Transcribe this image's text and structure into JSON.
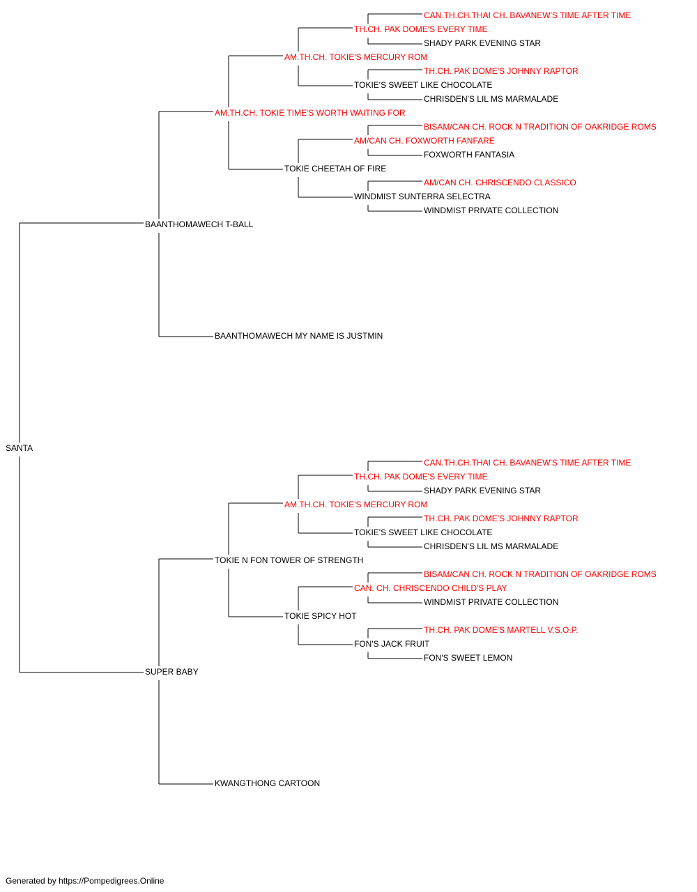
{
  "colors": {
    "champion": "#ff0000",
    "normal": "#000000",
    "connector": "#000000"
  },
  "pedigree": {
    "name": "SANTA",
    "champion": false,
    "sire": {
      "name": "BAANTHOMAWECH T-BALL",
      "champion": false,
      "sire": {
        "name": "AM.TH.CH. TOKIE TIME'S WORTH WAITING FOR",
        "champion": true,
        "sire": {
          "name": "AM.TH.CH. TOKIE'S MERCURY ROM",
          "champion": true,
          "sire": {
            "name": "TH.CH. PAK DOME'S EVERY TIME",
            "champion": true,
            "sire": {
              "name": "CAN.TH.CH.THAI CH. BAVANEW'S TIME AFTER TIME",
              "champion": true
            },
            "dam": {
              "name": "SHADY PARK EVENING STAR",
              "champion": false
            }
          },
          "dam": {
            "name": "TOKIE'S SWEET LIKE CHOCOLATE",
            "champion": false,
            "sire": {
              "name": "TH.CH. PAK DOME'S JOHNNY RAPTOR",
              "champion": true
            },
            "dam": {
              "name": "CHRISDEN'S LIL MS MARMALADE",
              "champion": false
            }
          }
        },
        "dam": {
          "name": "TOKIE CHEETAH OF FIRE",
          "champion": false,
          "sire": {
            "name": "AM/CAN CH. FOXWORTH FANFARE",
            "champion": true,
            "sire": {
              "name": "BISAM/CAN CH. ROCK N TRADITION OF OAKRIDGE ROMS",
              "champion": true
            },
            "dam": {
              "name": "FOXWORTH FANTASIA",
              "champion": false
            }
          },
          "dam": {
            "name": "WINDMIST SUNTERRA SELECTRA",
            "champion": false,
            "sire": {
              "name": "AM/CAN CH. CHRISCENDO CLASSICO",
              "champion": true
            },
            "dam": {
              "name": "WINDMIST PRIVATE COLLECTION",
              "champion": false
            }
          }
        }
      },
      "dam": {
        "name": "BAANTHOMAWECH MY NAME IS JUSTMIN",
        "champion": false
      }
    },
    "dam": {
      "name": "SUPER BABY",
      "champion": false,
      "sire": {
        "name": "TOKIE N FON TOWER OF STRENGTH",
        "champion": false,
        "sire": {
          "name": "AM.TH.CH. TOKIE'S MERCURY ROM",
          "champion": true,
          "sire": {
            "name": "TH.CH. PAK DOME'S EVERY TIME",
            "champion": true,
            "sire": {
              "name": "CAN.TH.CH.THAI CH. BAVANEW'S TIME AFTER TIME",
              "champion": true
            },
            "dam": {
              "name": "SHADY PARK EVENING STAR",
              "champion": false
            }
          },
          "dam": {
            "name": "TOKIE'S SWEET LIKE CHOCOLATE",
            "champion": false,
            "sire": {
              "name": "TH.CH. PAK DOME'S JOHNNY RAPTOR",
              "champion": true
            },
            "dam": {
              "name": "CHRISDEN'S LIL MS MARMALADE",
              "champion": false
            }
          }
        },
        "dam": {
          "name": "TOKIE SPICY HOT",
          "champion": false,
          "sire": {
            "name": "CAN. CH. CHRISCENDO CHILD'S PLAY",
            "champion": true,
            "sire": {
              "name": "BISAM/CAN CH. ROCK N TRADITION OF OAKRIDGE ROMS",
              "champion": true
            },
            "dam": {
              "name": "WINDMIST PRIVATE COLLECTION",
              "champion": false
            }
          },
          "dam": {
            "name": "FON'S JACK FRUIT",
            "champion": false,
            "sire": {
              "name": "TH.CH. PAK DOME'S MARTELL V.S.O.P.",
              "champion": true
            },
            "dam": {
              "name": "FON'S SWEET LEMON",
              "champion": false
            }
          }
        }
      },
      "dam": {
        "name": "KWANGTHONG CARTOON",
        "champion": false
      }
    }
  },
  "footer": {
    "text": "Generated by https://Pompedigrees.Online"
  }
}
